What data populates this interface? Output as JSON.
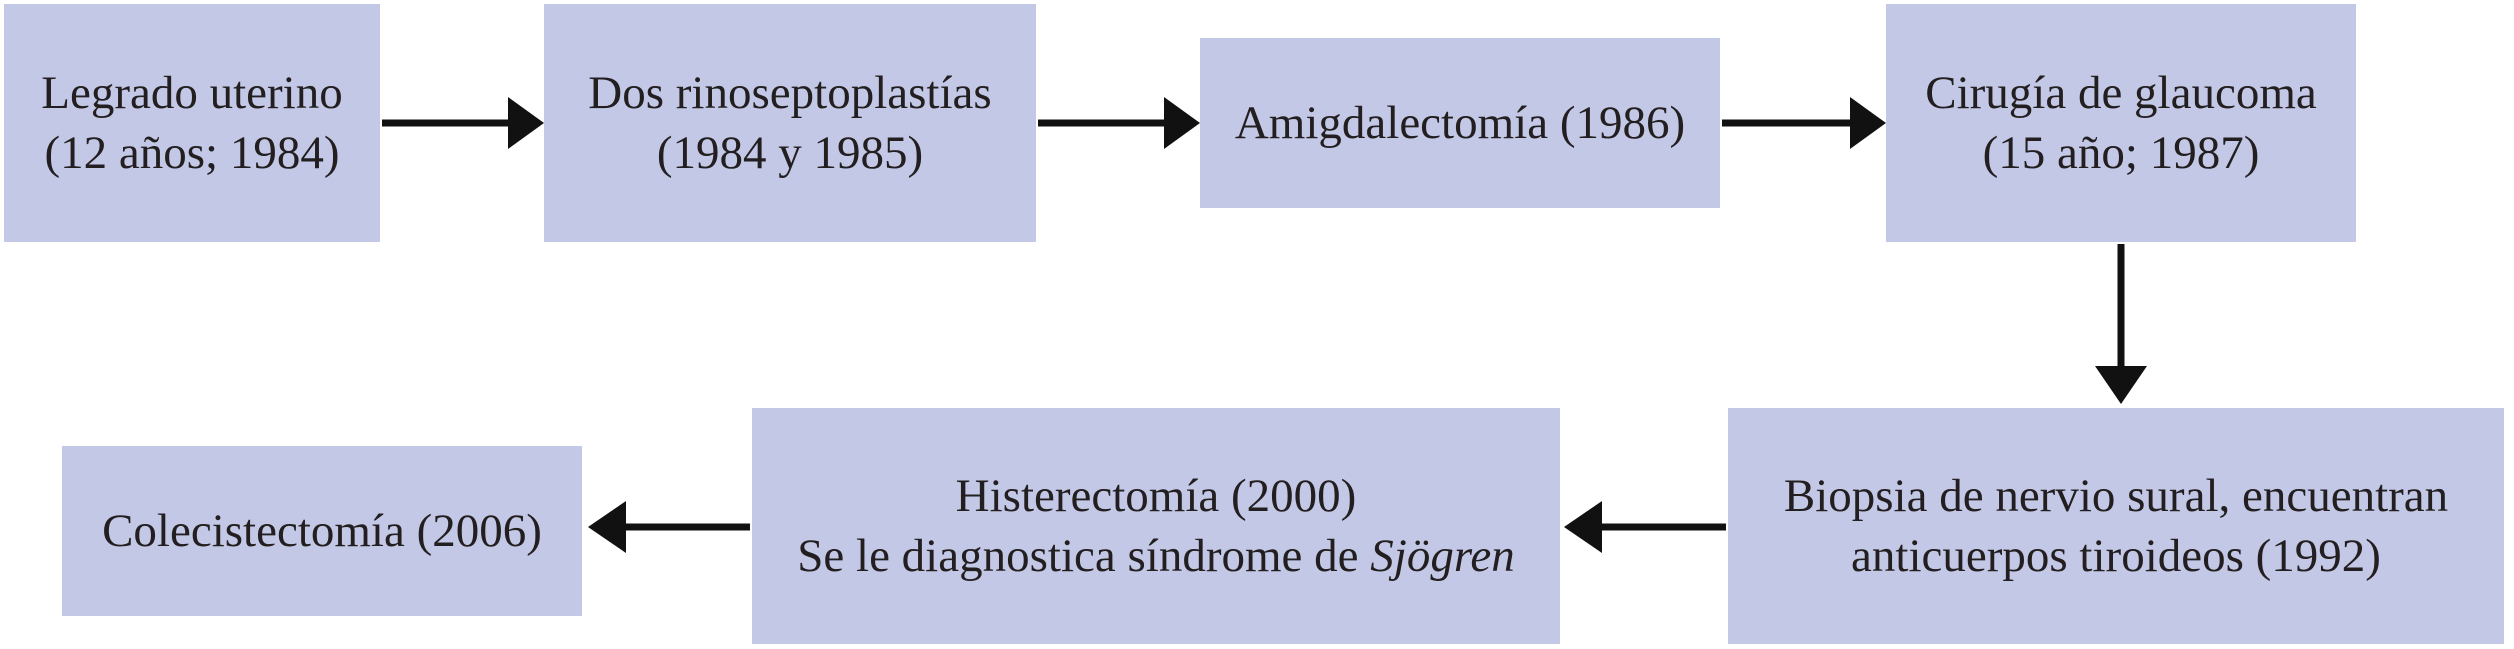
{
  "steps": [
    {
      "line1": "Legrado uterino",
      "line2": "(12 años; 1984)"
    },
    {
      "line1": "Dos rinoseptoplastías",
      "line2": "(1984 y 1985)"
    },
    {
      "line1": "Amigdalectomía (1986)"
    },
    {
      "line1": "Cirugía de glaucoma",
      "line2": "(15 año; 1987)"
    },
    {
      "line1": "Biopsia de nervio sural, encuentran",
      "line2": "anticuerpos tiroideos (1992)"
    },
    {
      "line1": "Histerectomía (2000)",
      "line2_prefix": "Se le diagnostica síndrome de ",
      "line2_italic": "Sjögren"
    },
    {
      "line1": "Colecistectomía (2006)"
    }
  ],
  "colors": {
    "box_fill": "#c3c8e6",
    "arrow": "#111111",
    "text": "#231f20"
  }
}
